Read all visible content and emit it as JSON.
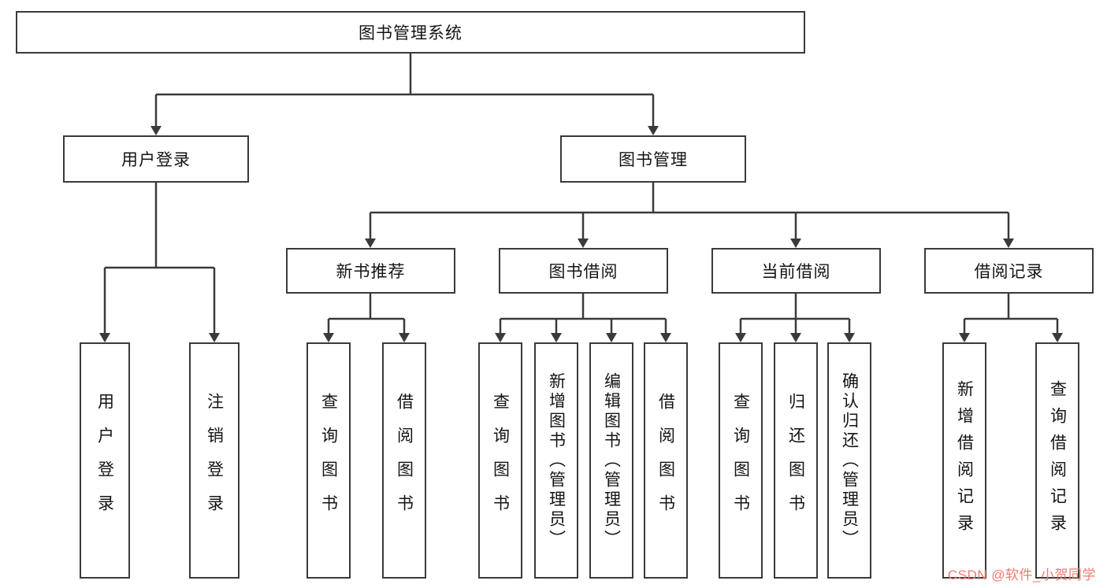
{
  "colors": {
    "line": "#3a3a3a",
    "box_border": "#3a3a3a",
    "box_fill": "#ffffff",
    "text": "#141414",
    "watermark": "#ee7b70"
  },
  "watermark": {
    "text": "CSDN @软件_小贺同学"
  },
  "root": {
    "label": "图书管理系统"
  },
  "branches": [
    {
      "label": "用户登录",
      "leaves": [
        {
          "label": "用户登录"
        },
        {
          "label": "注销登录"
        }
      ]
    },
    {
      "label": "图书管理",
      "groups": [
        {
          "label": "新书推荐",
          "leaves": [
            {
              "label": "查询图书"
            },
            {
              "label": "借阅图书"
            }
          ]
        },
        {
          "label": "图书借阅",
          "leaves": [
            {
              "label": "查询图书"
            },
            {
              "label": "新增图书（管理员）"
            },
            {
              "label": "编辑图书（管理员）"
            },
            {
              "label": "借阅图书"
            }
          ]
        },
        {
          "label": "当前借阅",
          "leaves": [
            {
              "label": "查询图书"
            },
            {
              "label": "归还图书"
            },
            {
              "label": "确认归还（管理员）"
            }
          ]
        },
        {
          "label": "借阅记录",
          "leaves": [
            {
              "label": "新增借阅记录"
            },
            {
              "label": "查询借阅记录"
            }
          ]
        }
      ]
    }
  ]
}
